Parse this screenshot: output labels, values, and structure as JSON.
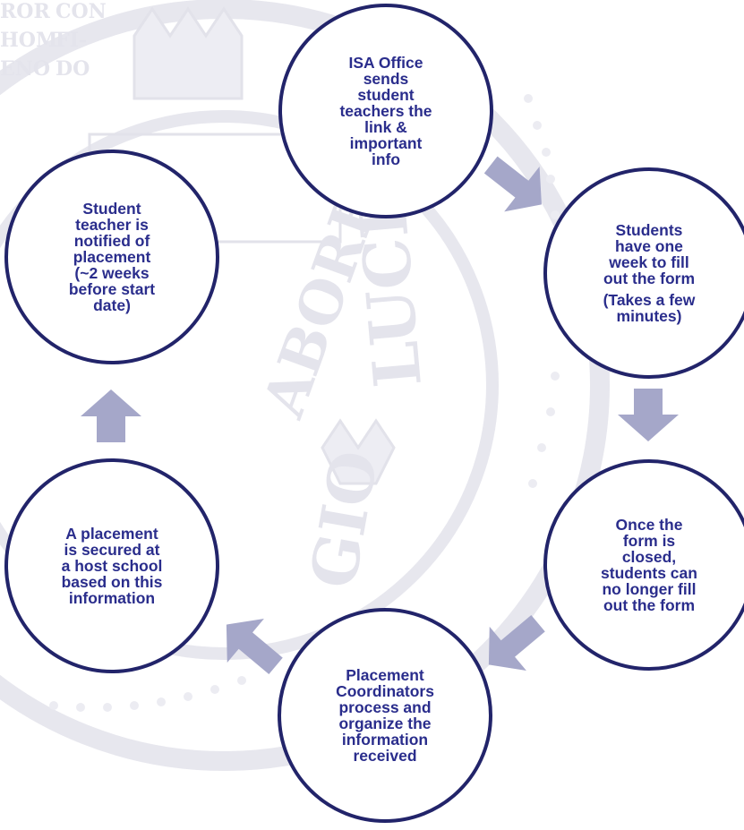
{
  "diagram": {
    "steps": [
      {
        "id": "step-1",
        "text": "ISA Office\nsends\nstudent\nteachers the\nlink  &\nimportant\ninfo"
      },
      {
        "id": "step-2",
        "text": "Students\nhave one\nweek to fill\nout the form",
        "note": "(Takes a few\nminutes)"
      },
      {
        "id": "step-3",
        "text": "Once the\nform is\nclosed,\nstudents can\nno longer fill\nout the form"
      },
      {
        "id": "step-4",
        "text": "Placement\nCoordinators\nprocess and\norganize the\ninformation\nreceived"
      },
      {
        "id": "step-5",
        "text": "A placement\nis secured at\na host school\nbased on this\ninformation"
      },
      {
        "id": "step-6",
        "text": "Student\nteacher is\nnotified of\nplacement\n(~2 weeks\nbefore start\ndate)"
      }
    ],
    "seal_text": [
      "ROR",
      "CON",
      "HOM",
      "FI-",
      "ENO",
      "DO",
      "ABORE",
      "GIO",
      "LUCIT"
    ],
    "colors": {
      "circle_border": "#22246a",
      "circle_text": "#2a2d8c",
      "arrow_fill": "#a5a7c9",
      "seal_ink": "#e7e7ee"
    }
  }
}
